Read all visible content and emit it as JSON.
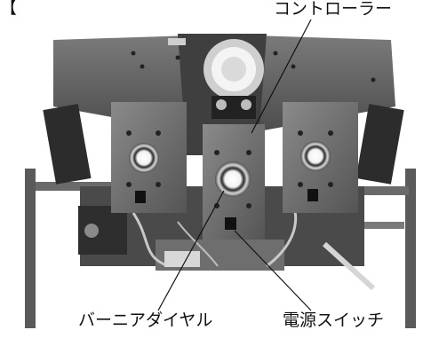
{
  "labels": {
    "top_left_fragment": "【",
    "controller": "コントローラー",
    "burner_dial": "バーニアダイヤル",
    "power_switch": "電源スイッチ"
  },
  "colors": {
    "background": "#ffffff",
    "panel": "#6f6f6f",
    "panel_dark": "#3a3a3a",
    "metal": "#9a9a9a",
    "leader_line": "#111111"
  }
}
